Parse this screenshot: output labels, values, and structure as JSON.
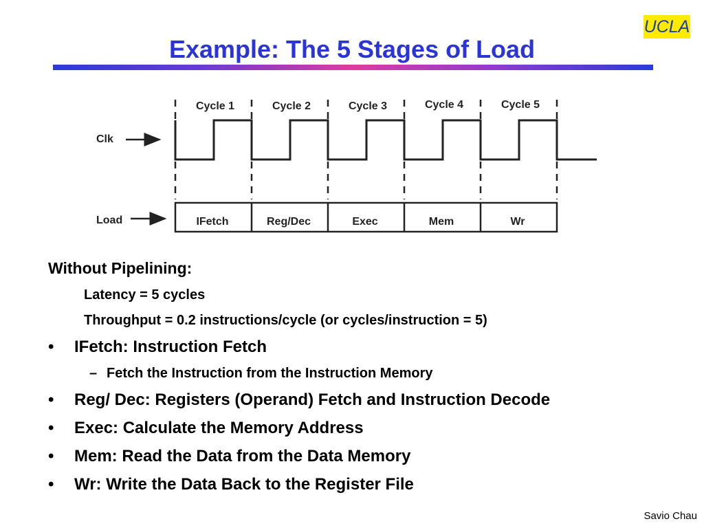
{
  "logo": {
    "text": "UCLA"
  },
  "title": "Example: The 5 Stages of Load",
  "diagram": {
    "cycles": [
      "Cycle 1",
      "Cycle 2",
      "Cycle 3",
      "Cycle 4",
      "Cycle 5"
    ],
    "clk_label": "Clk",
    "load_label": "Load",
    "stages": [
      "IFetch",
      "Reg/Dec",
      "Exec",
      "Mem",
      "Wr"
    ]
  },
  "content": {
    "heading": "Without Pipelining:",
    "latency": "Latency = 5 cycles",
    "throughput": "Throughput = 0.2 instructions/cycle (or cycles/instruction = 5)",
    "bullet_marker": "•",
    "dash_marker": "–",
    "bullets": [
      {
        "text": "IFetch: Instruction Fetch",
        "sub": "Fetch the Instruction from the Instruction Memory"
      },
      {
        "text": "Reg/ Dec: Registers (Operand) Fetch and Instruction Decode"
      },
      {
        "text": "Exec: Calculate the Memory Address"
      },
      {
        "text": "Mem: Read the Data from the Data Memory"
      },
      {
        "text": "Wr: Write the Data Back to the Register File"
      }
    ]
  },
  "footer": "Savio Chau"
}
